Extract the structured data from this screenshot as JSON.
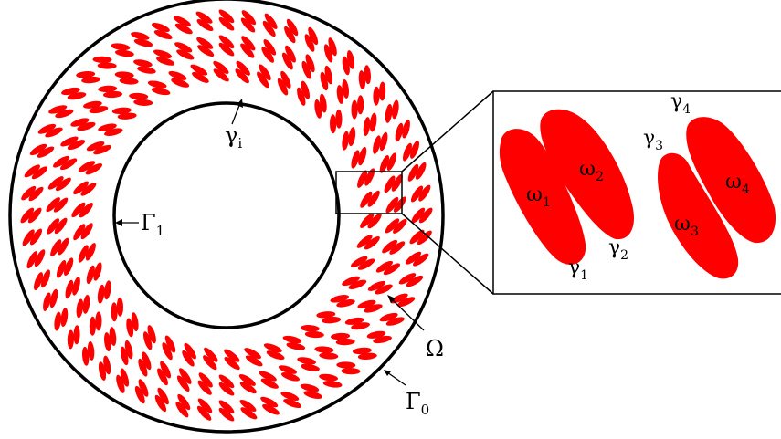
{
  "colors": {
    "inclusion": "#ff0000",
    "stroke": "#000000",
    "background": "#ffffff"
  },
  "labels": {
    "outer_boundary": {
      "symbol": "Γ",
      "sub": "0"
    },
    "inner_boundary": {
      "symbol": "Γ",
      "sub": "1"
    },
    "domain": {
      "symbol": "Ω"
    },
    "inclusion_boundary": {
      "symbol": "γ",
      "sub": "i"
    }
  },
  "inset": {
    "omegas": [
      {
        "symbol": "ω",
        "sub": "1"
      },
      {
        "symbol": "ω",
        "sub": "2"
      },
      {
        "symbol": "ω",
        "sub": "3"
      },
      {
        "symbol": "ω",
        "sub": "4"
      }
    ],
    "gammas": [
      {
        "symbol": "γ",
        "sub": "1"
      },
      {
        "symbol": "γ",
        "sub": "2"
      },
      {
        "symbol": "γ",
        "sub": "3"
      },
      {
        "symbol": "γ",
        "sub": "4"
      }
    ]
  }
}
